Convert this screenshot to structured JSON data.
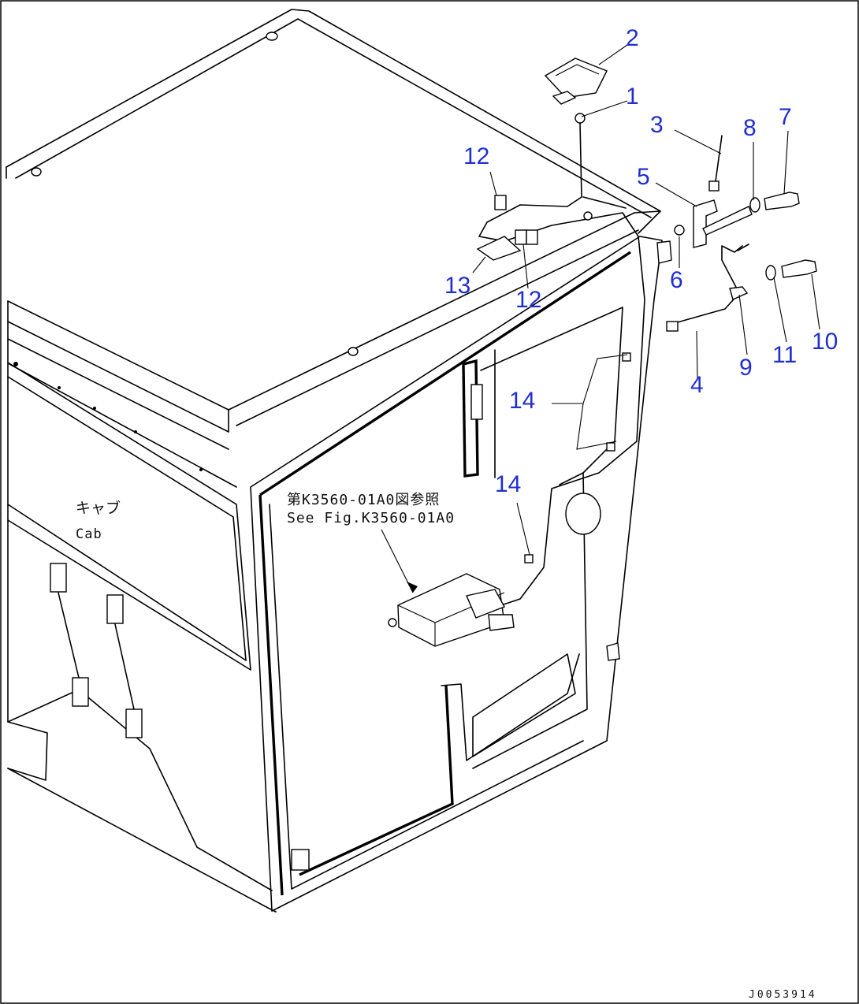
{
  "labels": {
    "cab_jp": "キャブ",
    "cab_en": "Cab",
    "ref_jp": "第K3560-01A0図参照",
    "ref_en": "See Fig.K3560-01A0",
    "doc_id": "J0053914"
  },
  "callouts": [
    "1",
    "2",
    "3",
    "4",
    "5",
    "6",
    "7",
    "8",
    "9",
    "10",
    "11",
    "12",
    "12",
    "13",
    "14",
    "14"
  ],
  "colors": {
    "callout": "#1f2fd0",
    "line": "#000000",
    "background": "#ffffff"
  }
}
